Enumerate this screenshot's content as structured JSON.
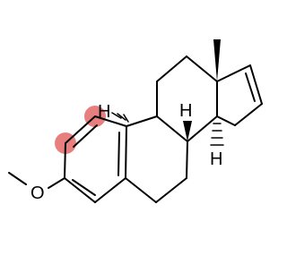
{
  "molecule": {
    "atom_labels": {
      "oxygen": "O",
      "h9": "H",
      "h8": "H",
      "h14": "H"
    },
    "colors": {
      "bond": "#000000",
      "atom_label": "#000000",
      "highlight": "#e87f7f",
      "background": "#ffffff"
    }
  }
}
